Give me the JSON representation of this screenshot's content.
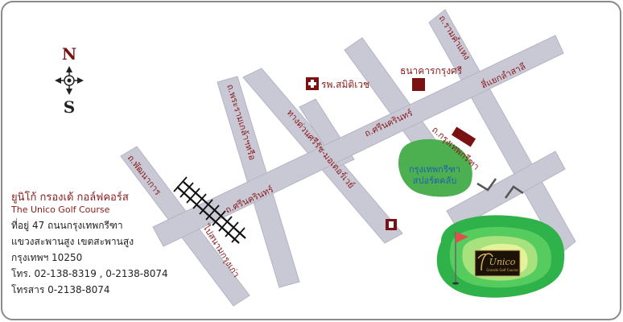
{
  "colors": {
    "road": "#c9c9d6",
    "road_edge": "#b4b4c4",
    "label": "#8a1a1a",
    "landmark_square": "#7a1212",
    "park_fill": "#4caf50",
    "park_text": "#1f5fb0",
    "course_green": "#2fb24a",
    "flag": "#e0514d",
    "frame": "#888888"
  },
  "compass": {
    "north": "N",
    "south": "S"
  },
  "roads": {
    "srinakarin_main": "ถ.ศรีนครินทร์",
    "srinakarin_right": "ถ.ศรีนครินทร์",
    "ramkhamhaeng": "ถ.รามคำแหง",
    "lam_sali": "สี่แยกลำสาลี",
    "phatthanakan": "ถ.พัฒนาการ",
    "chaloem_phrakiat": "ถ.พระรามเกล้าฯหรือ",
    "motorway_link": "ทางด่วนศรีรัช-มอเตอร์เวย์",
    "krungthep_kreetha": "ถ.กรุงเทพกรีฑา",
    "rail": "ไปสนามกรุงเก่า"
  },
  "landmarks": {
    "hospital": "รพ.สมิติเวช",
    "bank": "ธนาคารกรุงศรี",
    "sports_club_line1": "กรุงเทพกรีฑา",
    "sports_club_line2": "สปอร์ตคลับ",
    "logo_text": "Unico",
    "logo_sub": "Grande Golf Course",
    "logo_icon": "palm-logo-icon"
  },
  "info": {
    "name_th": "ยูนิโก้ กรองเด้ กอล์ฟคอร์ส",
    "name_en": "The Unico Golf Course",
    "address_line1": "ที่อยู่ 47 ถนนกรุงเทพกรีฑา",
    "address_line2": "แขวงสะพานสูง เขตสะพานสูง",
    "address_line3": "กรุงเทพฯ 10250",
    "phone_label": "โทร.",
    "phone_numbers": "02-138-8319 , 0-2138-8074",
    "fax_label": "โทรสาร",
    "fax_number": "0-2138-8074"
  }
}
